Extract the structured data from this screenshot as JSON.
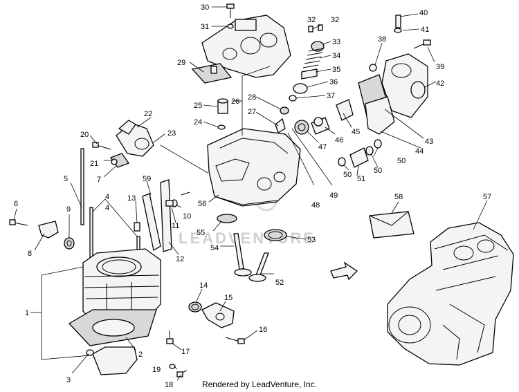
{
  "callouts": [
    "1",
    "2",
    "3",
    "4",
    "4",
    "5",
    "6",
    "7",
    "8",
    "9",
    "10",
    "11",
    "12",
    "13",
    "14",
    "15",
    "16",
    "17",
    "18",
    "19",
    "20",
    "21",
    "22",
    "23",
    "24",
    "25",
    "26",
    "27",
    "28",
    "29",
    "30",
    "31",
    "32",
    "32",
    "33",
    "34",
    "35",
    "36",
    "37",
    "38",
    "39",
    "40",
    "41",
    "42",
    "43",
    "44",
    "45",
    "46",
    "47",
    "48",
    "49",
    "50",
    "50",
    "50",
    "51",
    "52",
    "53",
    "54",
    "55",
    "56",
    "57",
    "58",
    "59"
  ],
  "watermark": "LEADVENTURE",
  "footer": "Rendered by LeadVenture, Inc."
}
